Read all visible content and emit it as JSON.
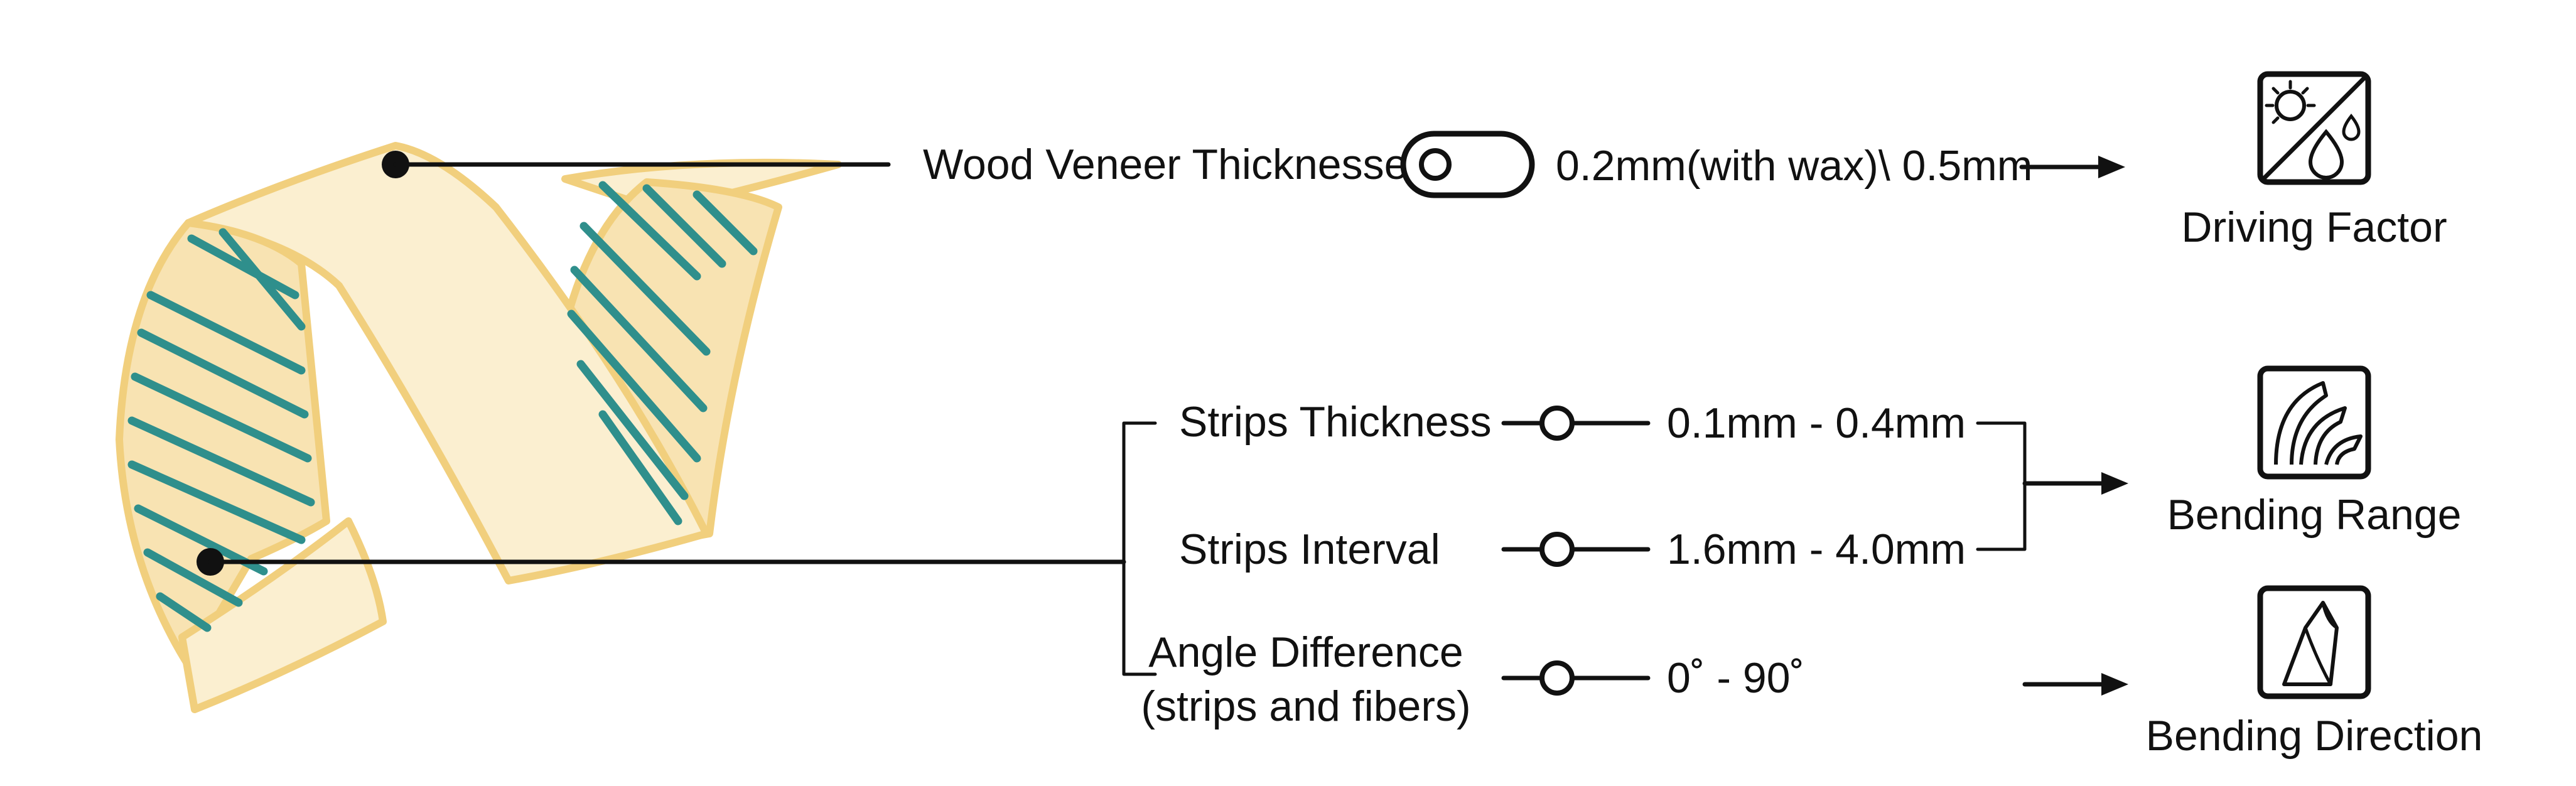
{
  "veneer": {
    "label": "Wood Veneer Thicknesses",
    "value": "0.2mm(with wax)\\ 0.5mm"
  },
  "strips": {
    "thickness_label": "Strips Thickness",
    "thickness_value": "0.1mm - 0.4mm",
    "interval_label": "Strips Interval",
    "interval_value": "1.6mm - 4.0mm",
    "angle_label_line1": "Angle Difference",
    "angle_label_line2": "(strips and fibers)",
    "angle_value": "0˚ - 90˚"
  },
  "outcomes": {
    "driving_factor": "Driving Factor",
    "bending_range": "Bending Range",
    "bending_direction": "Bending Direction"
  },
  "colors": {
    "ribbon_fill": "#fbefd0",
    "ribbon_stroke": "#f1cf7d",
    "fiber": "#2f8f8c",
    "ink": "#111111"
  },
  "icons": [
    "sun-rain-icon",
    "bending-range-icon",
    "bending-direction-icon",
    "toggle-switch-icon",
    "slider-knob-icon"
  ]
}
